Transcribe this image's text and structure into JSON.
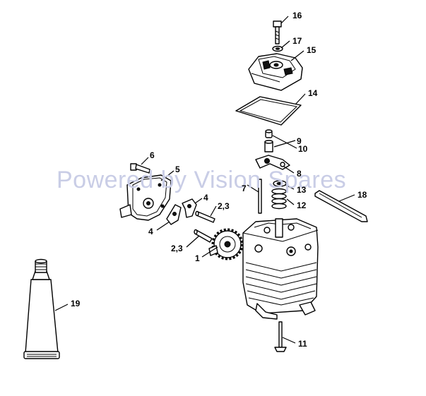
{
  "watermark": "Powered by Vision Spares",
  "callouts": {
    "c1": "1",
    "c23a": "2,3",
    "c23b": "2,3",
    "c4a": "4",
    "c4b": "4",
    "c5": "5",
    "c6": "6",
    "c7": "7",
    "c8": "8",
    "c9": "9",
    "c10": "10",
    "c11": "11",
    "c12": "12",
    "c13": "13",
    "c14": "14",
    "c15": "15",
    "c16": "16",
    "c17": "17",
    "c18": "18",
    "c19": "19"
  }
}
